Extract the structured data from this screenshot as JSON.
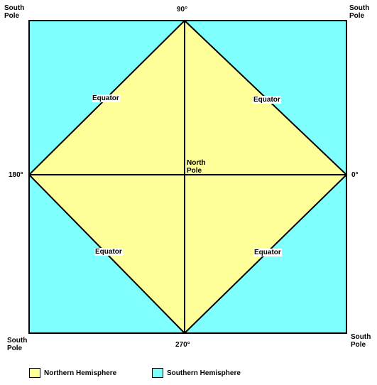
{
  "colors": {
    "northern": "#ffff99",
    "southern": "#80ffff",
    "line": "#000000"
  },
  "labels": {
    "top": "90°",
    "bottom": "270°",
    "left": "180°",
    "right": "0°",
    "corner_line1": "South",
    "corner_line2": "Pole",
    "center_line1": "North",
    "center_line2": "Pole",
    "equator": "Equator"
  },
  "legend": {
    "northern": "Northern Hemisphere",
    "southern": "Southern Hemisphere"
  }
}
